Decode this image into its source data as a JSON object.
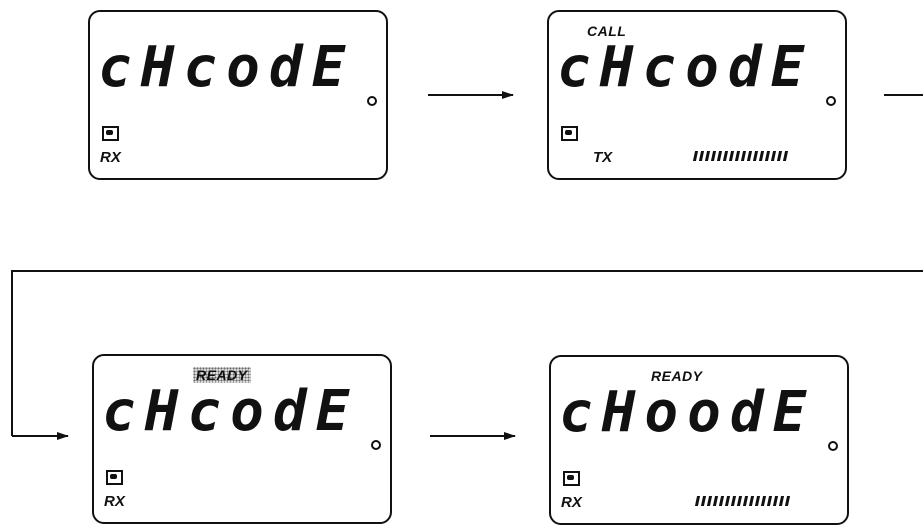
{
  "displays": [
    {
      "segment_text": "cHcodE",
      "top_label": "",
      "mode": "RX",
      "meter_bars": 0,
      "meter_level": 0
    },
    {
      "segment_text": "cHcodE",
      "top_label": "CALL",
      "mode": "TX",
      "meter_bars": 16,
      "meter_level": 1
    },
    {
      "segment_text": "cHcodE",
      "top_label": "READY",
      "mode": "RX",
      "meter_bars": 0,
      "meter_level": 0
    },
    {
      "segment_text": "cHoodE",
      "top_label": "READY",
      "mode": "RX",
      "meter_bars": 16,
      "meter_level": 1
    }
  ],
  "colors": {
    "ink": "#111111",
    "background": "#ffffff",
    "highlight": "#d9d9d9"
  },
  "icons": {
    "status": "battery-icon",
    "decimal": "decimal-dot-icon"
  }
}
